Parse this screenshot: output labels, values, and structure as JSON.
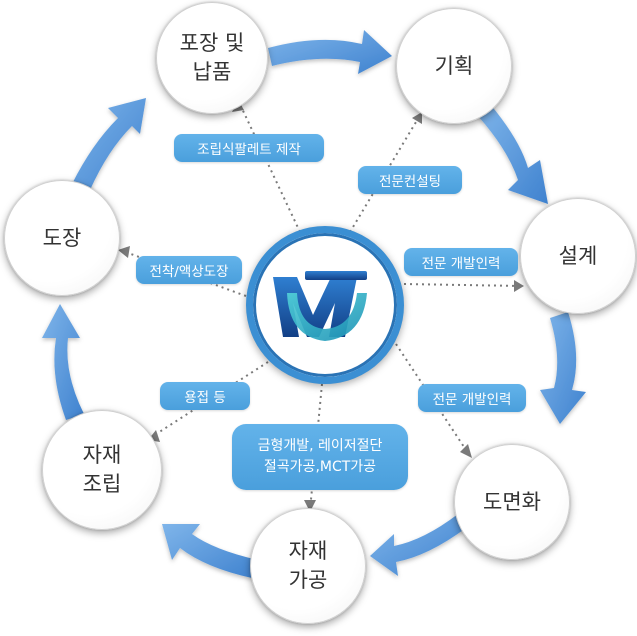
{
  "nodes": {
    "packaging": "포장 및\n납품",
    "planning": "기획",
    "design": "설계",
    "drawing": "도면화",
    "material_processing": "자재\n가공",
    "material_assembly": "자재\n조립",
    "painting": "도장"
  },
  "connectors": {
    "pallet": "조립식팔레트 제작",
    "consulting": "전문컨설팅",
    "dev_staff_1": "전문 개발인력",
    "dev_staff_2": "전문 개발인력",
    "mold": "금형개발, 레이저절단\n절곡가공,MCT가공",
    "welding": "용접 등",
    "coating": "전착/액상도장"
  },
  "colors": {
    "arrow": "#4a90d9",
    "pill": "#4fa3e0",
    "logo_blue": "#1f5fa8",
    "logo_teal": "#36b4c8"
  }
}
